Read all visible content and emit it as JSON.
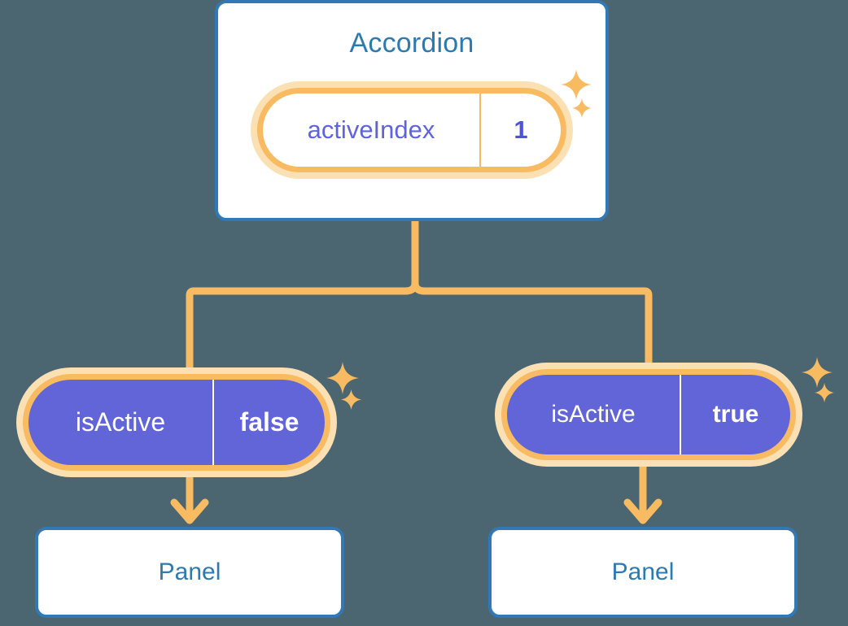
{
  "diagram": {
    "title_node": {
      "label": "Accordion",
      "state": {
        "key": "activeIndex",
        "value": "1"
      }
    },
    "children": [
      {
        "state": {
          "key": "isActive",
          "value": "false"
        },
        "panel_label": "Panel"
      },
      {
        "state": {
          "key": "isActive",
          "value": "true"
        },
        "panel_label": "Panel"
      }
    ],
    "icons": {
      "sparkle_large": "sparkle-icon",
      "sparkle_small": "sparkle-small-icon",
      "arrow": "arrow-down-icon"
    },
    "colors": {
      "background": "#4c6671",
      "card_border": "#3178b4",
      "card_fill": "#ffffff",
      "title_text": "#2d7ab0",
      "pill_ring": "#f9bb62",
      "pill_glow": "#fbe0b4",
      "pill_filled": "#6165d8",
      "pill_key_text": "#5f63e0",
      "pill_value_text": "#4f53da",
      "connector": "#f9bb62"
    }
  }
}
